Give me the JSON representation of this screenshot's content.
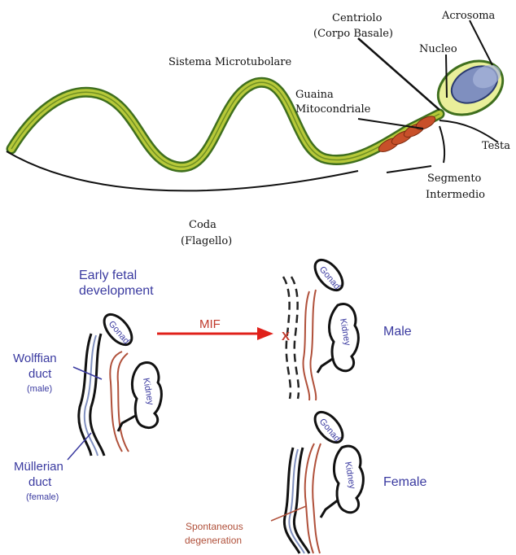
{
  "sperm_diagram": {
    "labels": {
      "centriolo": "Centriolo",
      "corpo_basale": "(Corpo Basale)",
      "acrosoma": "Acrosoma",
      "nucleo": "Nucleo",
      "sistema_microtubolare": "Sistema Microtubolare",
      "guaina": "Guaina",
      "mitocondriale": "Mitocondriale",
      "testa": "Testa",
      "segmento": "Segmento",
      "intermedio": "Intermedio",
      "coda": "Coda",
      "flagello": "(Flagello)"
    },
    "colors": {
      "tail_outer": "#3f6f1e",
      "tail_fill": "#b7c93a",
      "midpiece": "#c8502a",
      "head_fill": "#e9ef9a",
      "nucleus": "#7f8fbf"
    }
  },
  "fetal_diagram": {
    "early_title_1": "Early fetal",
    "early_title_2": "development",
    "mif_label": "MIF",
    "male_label": "Male",
    "female_label": "Female",
    "wolffian_1": "Wolffian",
    "wolffian_2": "duct",
    "wolffian_3": "(male)",
    "mullerian_1": "Müllerian",
    "mullerian_2": "duct",
    "mullerian_3": "(female)",
    "gonad": "Gonad",
    "kidney": "Kidney",
    "spontaneous_1": "Spontaneous",
    "spontaneous_2": "degeneration",
    "x_mark": "X",
    "colors": {
      "blue_text": "#3a3aa0",
      "red_arrow": "#e0201a",
      "brown_duct": "#b0503a"
    }
  }
}
